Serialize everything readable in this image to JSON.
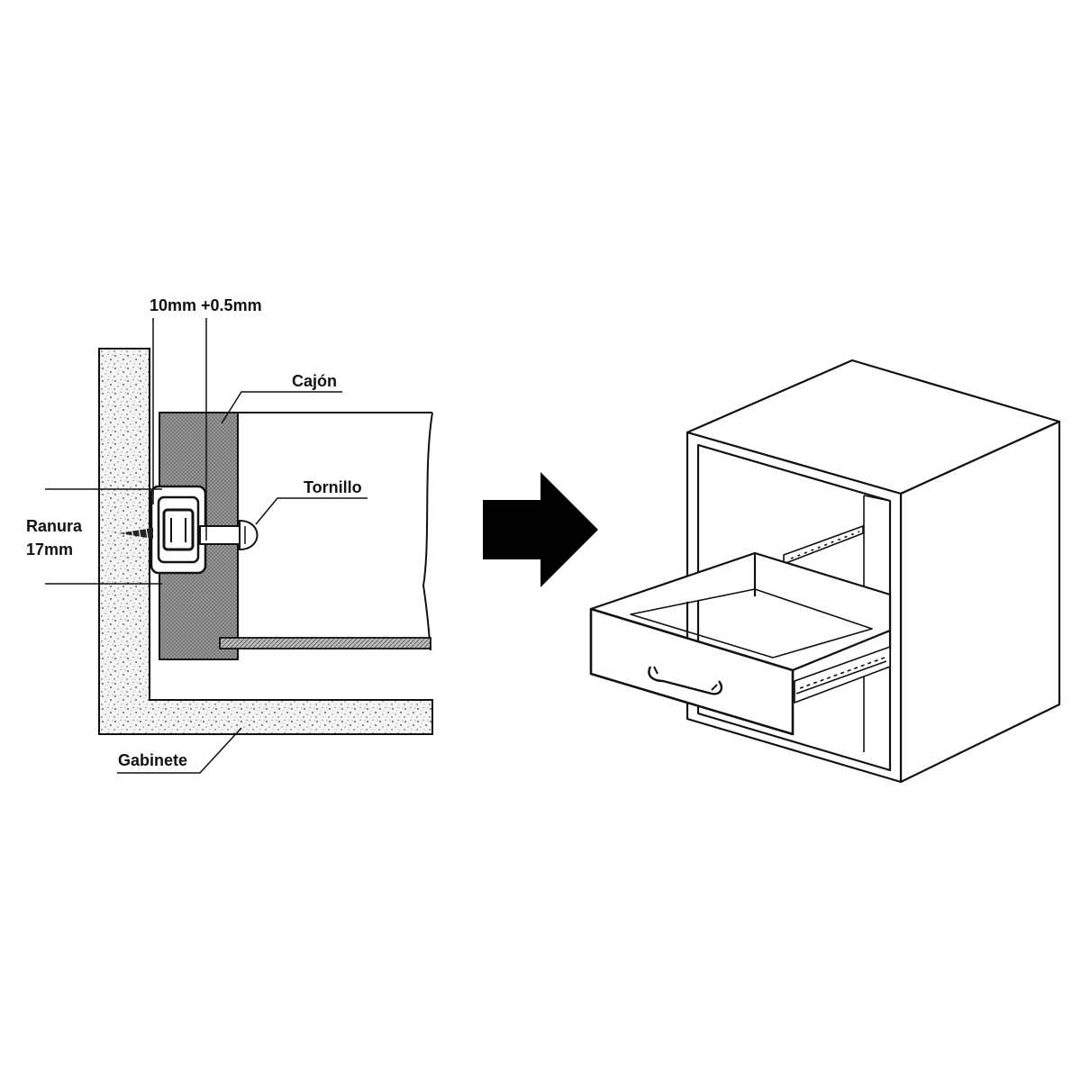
{
  "labels": {
    "dimension": "10mm +0.5mm",
    "drawer": "Cajón",
    "screw": "Tornillo",
    "slot_line1": "Ranura",
    "slot_line2": "17mm",
    "cabinet": "Gabinete"
  },
  "colors": {
    "line": "#111111",
    "background": "#ffffff",
    "cabinet_fill": "#f2f2f2",
    "drawer_side_fill": "#8a8a8a",
    "arrow": "#000000"
  },
  "icons": {
    "transition": "right-arrow-icon",
    "screw": "screw-icon",
    "slide_rail": "slide-rail-icon"
  }
}
